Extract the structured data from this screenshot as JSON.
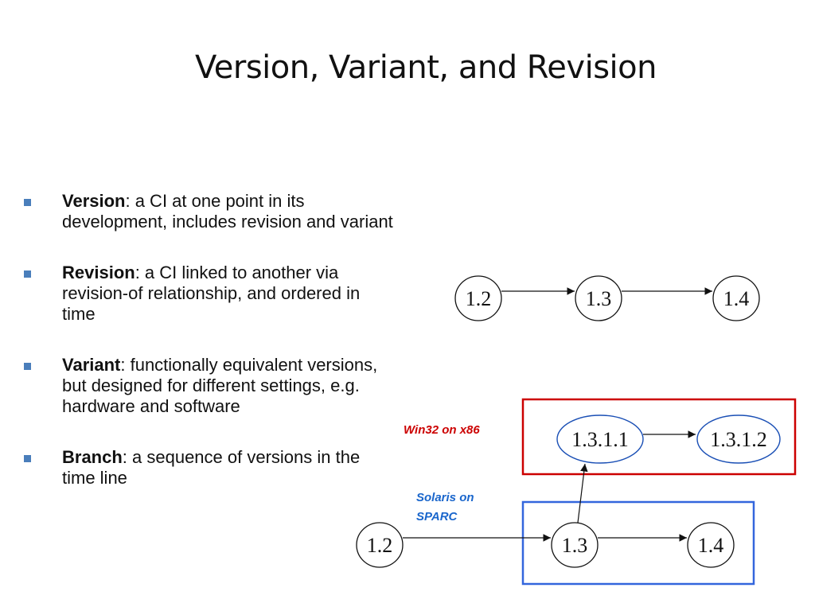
{
  "title": "Version, Variant, and Revision",
  "bullets": [
    {
      "term": "Version",
      "text": ": a CI at one point in its development, includes revision and variant"
    },
    {
      "term": "Revision",
      "text": ": a CI linked to another via revision-of relationship, and ordered in time"
    },
    {
      "term": "Variant",
      "text": ": functionally equivalent versions, but designed for different settings, e.g. hardware and software"
    },
    {
      "term": "Branch",
      "text": ": a sequence of versions in the time line"
    }
  ],
  "diagram": {
    "top_row": [
      "1.2",
      "1.3",
      "1.4"
    ],
    "variant_row": [
      "1.3.1.1",
      "1.3.1.2"
    ],
    "bottom_row": [
      "1.2",
      "1.3",
      "1.4"
    ],
    "label_red": "Win32 on x86",
    "label_blue_line1": "Solaris on",
    "label_blue_line2": "SPARC",
    "colors": {
      "red_box": "#cc0000",
      "blue_box": "#3366dd",
      "bullet": "#4a7ebb"
    }
  }
}
